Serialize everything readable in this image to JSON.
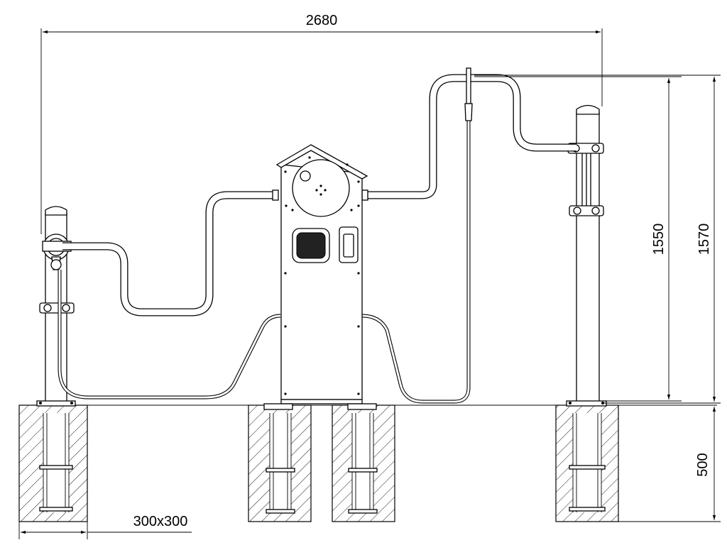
{
  "dimensions": {
    "overall_width": "2680",
    "height_inner": "1550",
    "height_outer": "1570",
    "foundation_depth": "500",
    "foundation_size": "300x300"
  },
  "colors": {
    "line": "#000000",
    "background": "#ffffff"
  }
}
